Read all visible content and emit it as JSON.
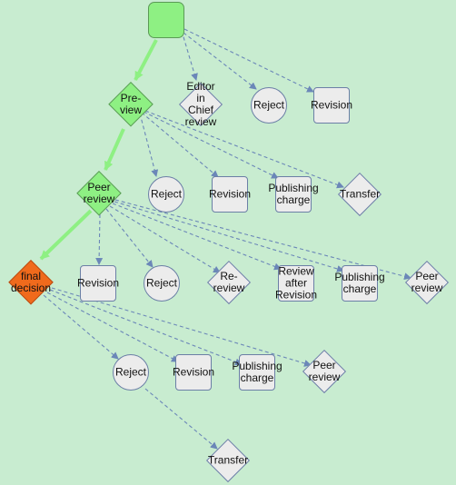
{
  "nodes": {
    "start": "",
    "editor_review": "Editor\nin\nChief\nreview",
    "reject_1": "Reject",
    "revision_1": "Revision",
    "pre_view": "Pre-view",
    "reject_2": "Reject",
    "revision_2": "Revision",
    "publishing_charge_1": "Publishing\ncharge",
    "transfer_1": "Transfer",
    "peer_review_1": "Peer\nreview",
    "revision_3": "Revision",
    "reject_3": "Reject",
    "re_review": "Re-review",
    "review_after_revision": "Review\nafter\nRevision",
    "publishing_charge_2": "Publishing\ncharge",
    "peer_review_2": "Peer\nreview",
    "final_decision": "final\ndecision",
    "reject_4": "Reject",
    "revision_4": "Revision",
    "publishing_charge_3": "Publishing\ncharge",
    "peer_review_3": "Peer\nreview",
    "transfer_2": "Transfer"
  },
  "colors": {
    "background": "#c8ecd0",
    "main_flow": "#8ef083",
    "final_decision": "#f06a1c",
    "dashed_edge": "#6b87b8"
  }
}
